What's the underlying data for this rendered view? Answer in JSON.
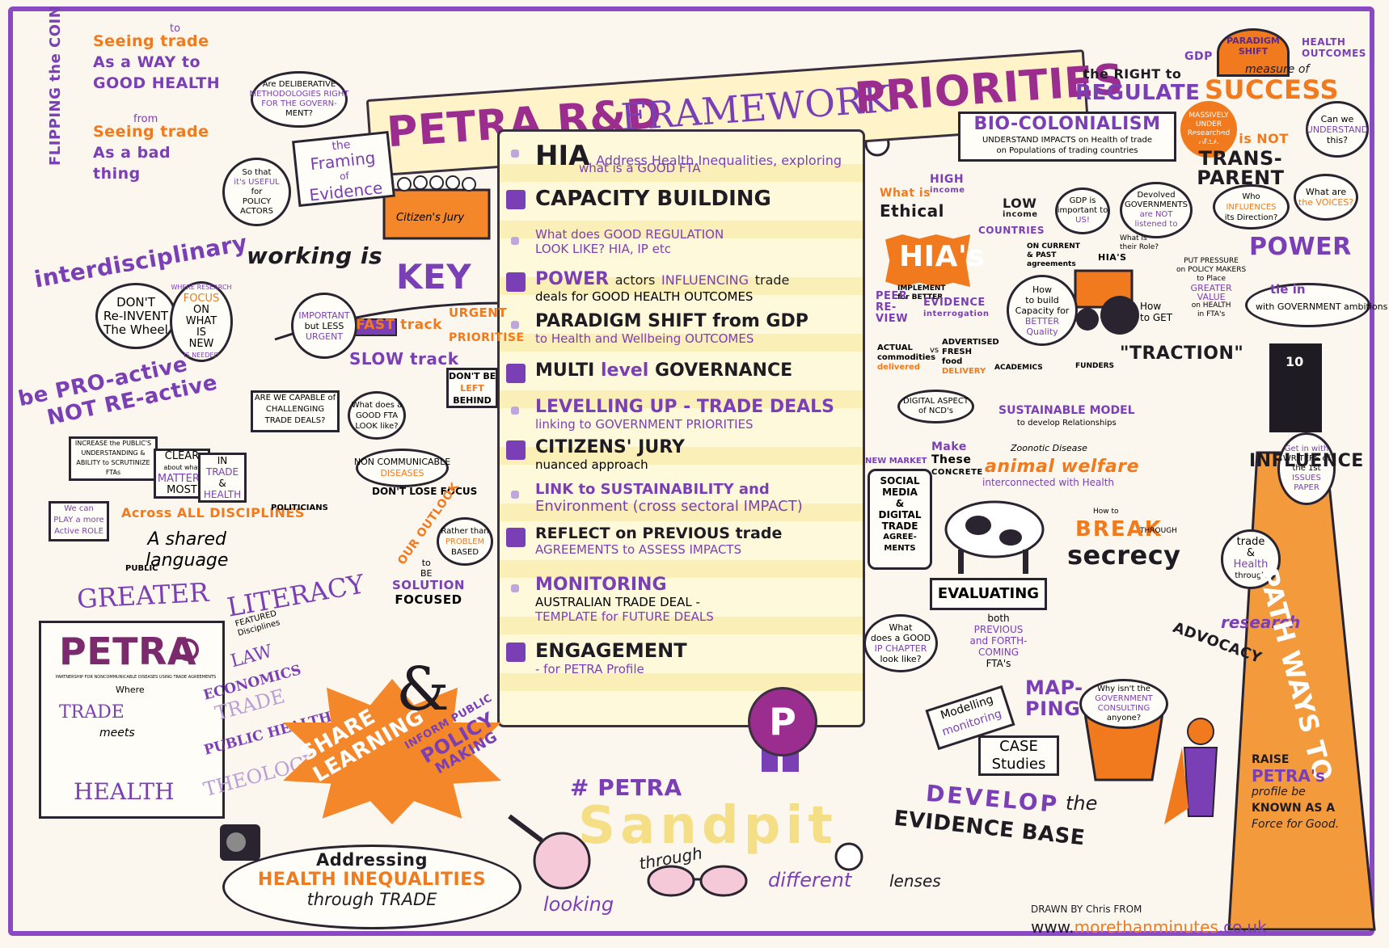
{
  "title": {
    "petra_rd": "PETRA R&D",
    "framework": "FRAMEWORK",
    "priorities": "PRIORITIES"
  },
  "priorities": [
    {
      "key": "hia",
      "main": "HIA",
      "sub1": "Address Health Inequalities, exploring",
      "sub2": "what is a GOOD FTA"
    },
    {
      "key": "capacity",
      "main": "CAPACITY BUILDING"
    },
    {
      "key": "regulation",
      "line1": "What does GOOD REGULATION",
      "line2": "LOOK LIKE? HIA, IP etc"
    },
    {
      "key": "power",
      "line1_a": "POWER",
      "line1_b": "actors",
      "line1_c": "INFLUENCING",
      "line1_d": "trade",
      "line2": "deals for GOOD HEALTH OUTCOMES"
    },
    {
      "key": "paradigm",
      "line1": "PARADIGM SHIFT from GDP",
      "line2": "to Health and Wellbeing OUTCOMES"
    },
    {
      "key": "multilevel",
      "a": "MULTI",
      "b": "level",
      "c": "GOVERNANCE"
    },
    {
      "key": "levelling",
      "line1": "LEVELLING UP - TRADE DEALS",
      "line2": "linking to GOVERNMENT PRIORITIES"
    },
    {
      "key": "citizens",
      "line1": "CITIZENS' JURY",
      "line2": "nuanced approach"
    },
    {
      "key": "sustainability",
      "line1": "LINK to SUSTAINABILITY and",
      "line2": "Environment (cross sectoral IMPACT)"
    },
    {
      "key": "reflect",
      "line1": "REFLECT on PREVIOUS trade",
      "line2": "AGREEMENTS to ASSESS IMPACTS"
    },
    {
      "key": "monitoring",
      "line1": "MONITORING",
      "line2": "AUSTRALIAN TRADE DEAL -",
      "line3": "TEMPLATE for FUTURE DEALS"
    },
    {
      "key": "engagement",
      "line1": "ENGAGEMENT",
      "line2": "- for PETRA Profile"
    }
  ],
  "seal_letter": "P",
  "left": {
    "flipping": "FLIPPING the COIN",
    "seeing_good": [
      "Seeing trade",
      "As a WAY to",
      "GOOD HEALTH"
    ],
    "to": "to",
    "from": "from",
    "seeing_bad": [
      "Seeing trade",
      "As a bad",
      "thing"
    ],
    "deliberative": [
      "Are DELIBERATIVE",
      "METHODOLOGIES RIGHT",
      "FOR THE GOVERN-",
      "MENT?"
    ],
    "framing": [
      "the",
      "Framing",
      "of",
      "Evidence"
    ],
    "useful": [
      "So that",
      "it's USEFUL",
      "for",
      "POLICY",
      "ACTORS"
    ],
    "citizens_jury": "Citizen's Jury",
    "interdisciplinary": "interdisciplinary",
    "working_is": "working is",
    "key": "KEY",
    "dont_reinvent": [
      "DON'T",
      "Re-INVENT",
      "The Wheel"
    ],
    "focus_new": [
      "WHERE RESEARCH",
      "FOCUS",
      "ON",
      "WHAT",
      "IS",
      "NEW",
      "IS NEEDED"
    ],
    "important": [
      "IMPORTANT",
      "but LESS",
      "URGENT"
    ],
    "fast_track": "FAST track",
    "urgent": "URGENT",
    "slow_track": "SLOW track",
    "prioritise": "PRIORITISE",
    "dont_left": [
      "DON'T BE",
      "LEFT",
      "BEHIND"
    ],
    "proactive": [
      "be PRO-active",
      "NOT RE-active"
    ],
    "are_we_capable": [
      "ARE WE CAPABLE of",
      "CHALLENGING",
      "TRADE DEALS?"
    ],
    "good_fta": [
      "What does a",
      "GOOD FTA",
      "LOOK like?"
    ],
    "public_understanding": [
      "INCREASE the PUBLIC'S",
      "UNDERSTANDING &",
      "ABILITY to SCRUTINIZE",
      "FTAs"
    ],
    "clear": [
      "CLEAR",
      "about what",
      "MATTERS",
      "MOST"
    ],
    "in_trade": [
      "IN",
      "TRADE",
      "&",
      "HEALTH"
    ],
    "non_communicable": [
      "NON COMMUNICABLE",
      "DISEASES"
    ],
    "dont_lose": "DON'T LOSE FOCUS",
    "we_can_play": [
      "We can",
      "PLAY a more",
      "Active ROLE"
    ],
    "across": "Across ALL DISCIPLINES",
    "shared": [
      "A shared",
      "language"
    ],
    "politicians": "POLITICIANS",
    "public": "PUBLIC",
    "our_outlook": "OUR OUTLOOK",
    "rather": [
      "Rather than",
      "PROBLEM",
      "BASED"
    ],
    "to_be": [
      "to",
      "BE"
    ],
    "solution": [
      "SOLUTION",
      "FOCUSED"
    ],
    "greater": "GREATER",
    "literacy": "LITERACY",
    "petra_logo": "PETRA",
    "petra_tag": "PARTNERSHIP FOR NONCOMMUNICABLE DISEASES USING TRADE AGREEMENTS",
    "where": "Where",
    "trade": "TRADE",
    "meets": "meets",
    "health": "HEALTH",
    "featured": [
      "FEATURED",
      "Disciplines"
    ],
    "law": "LAW",
    "economics": "ECONOMICS",
    "trade_disc": "TRADE",
    "public_health": "PUBLIC HEALTH",
    "theology": "THEOLOGY",
    "share_learning": [
      "SHARE",
      "LEARNING"
    ],
    "amp": "&",
    "inform": [
      "INFORM PUBLIC",
      "POLICY",
      "MAKING"
    ],
    "addressing": [
      "Addressing",
      "HEALTH INEQUALITIES",
      "through TRADE"
    ]
  },
  "bottom": {
    "hashtag": "# PETRA",
    "sandpit": "Sandpit",
    "looking": "looking",
    "through": "through",
    "different": "different",
    "lenses": "lenses",
    "drawn_by": "DRAWN BY Chris FROM",
    "url_a": "www.",
    "url_b": "morethanminutes",
    "url_c": ".co.uk"
  },
  "right": {
    "right_to": "the RIGHT to",
    "regulate": "REGULATE",
    "gdp": "GDP",
    "paradigm": [
      "PARADIGM",
      "SHIFT"
    ],
    "health_outcomes": [
      "HEALTH",
      "OUTCOMES"
    ],
    "measure": "measure of",
    "success": "SUCCESS",
    "bio": "BIO-COLONIALISM",
    "bio_sub": [
      "UNDERSTAND IMPACTS on Health of trade",
      "on Populations of trading countries"
    ],
    "massively": [
      "MASSIVELY",
      "UNDER",
      "Researched",
      "AREA"
    ],
    "not_transparent": [
      "trade is NOT",
      "TRANS-",
      "PARENT"
    ],
    "can_we": [
      "Can we",
      "UNDERSTAND",
      "this?"
    ],
    "who_influences": [
      "Who",
      "INFLUENCES",
      "its Direction?"
    ],
    "voices": [
      "What are",
      "the VOICES?"
    ],
    "power": "POWER",
    "what_ethical": [
      "What is",
      "Ethical"
    ],
    "high_income": [
      "HIGH",
      "income"
    ],
    "low_income": [
      "LOW",
      "income"
    ],
    "countries": "COUNTRIES",
    "gdp_important": [
      "GDP is",
      "important to",
      "US!"
    ],
    "devolved": [
      "Devolved",
      "GOVERNMENTS",
      "are NOT",
      "listened to"
    ],
    "roles": [
      "What is",
      "their Role?"
    ],
    "hias": "HIA's",
    "implement": [
      "IMPLEMENT",
      "for BETTER"
    ],
    "peer_review": [
      "PEER",
      "RE-",
      "VIEW"
    ],
    "evidence": [
      "EVIDENCE",
      "interrogation"
    ],
    "on_current": [
      "ON CURRENT",
      "& PAST",
      "agreements"
    ],
    "hias_tractor": "HIA'S",
    "build_capacity": [
      "How",
      "to build",
      "Capacity for",
      "BETTER",
      "Quality"
    ],
    "how_to_get": [
      "How",
      "to GET"
    ],
    "traction": "\"TRACTION\"",
    "pressure": [
      "PUT PRESSURE",
      "on POLICY MAKERS",
      "to Place",
      "GREATER",
      "VALUE",
      "on HEALTH",
      "in FTA's"
    ],
    "tie_in": "tie in",
    "with_gov": "with GOVERNMENT ambitions",
    "door_number": "10",
    "actual": [
      "ACTUAL",
      "commodities",
      "delivered"
    ],
    "vs": "vs",
    "advertised": [
      "ADVERTISED",
      "FRESH",
      "food",
      "DELIVERY"
    ],
    "digital_ncd": [
      "DIGITAL ASPECT",
      "of NCD's"
    ],
    "academics": "ACADEMICS",
    "funders": "FUNDERS",
    "sustainable": [
      "SUSTAINABLE MODEL",
      "to develop Relationships"
    ],
    "new_market": "NEW MARKET",
    "social_media": [
      "SOCIAL",
      "MEDIA",
      "&",
      "DIGITAL",
      "TRADE",
      "AGREE-",
      "MENTS"
    ],
    "make_concrete": [
      "Make",
      "These",
      "CONCRETE"
    ],
    "zoonotic": "Zoonotic Disease",
    "animal_welfare": "animal welfare",
    "interconnected": "interconnected with Health",
    "get_in": [
      "Get in with",
      "WRITERS of",
      "the 1st",
      "ISSUES",
      "PAPER"
    ],
    "influence": "INFLUENCE",
    "how_to": "How to",
    "break": "BREAK",
    "through": "THROUGH",
    "secrecy": "secrecy",
    "trade_health": [
      "trade",
      "&",
      "Health",
      "through"
    ],
    "research": "research",
    "advocacy": "ADVOCACY",
    "pathways": [
      "PATH",
      "WAYS",
      "TO"
    ],
    "evaluating": "EVALUATING",
    "both": [
      "both",
      "PREVIOUS",
      "and FORTH-",
      "COMING",
      "FTA's"
    ],
    "ip_chapter": [
      "What",
      "does a GOOD",
      "IP CHAPTER",
      "look like?"
    ],
    "modelling": [
      "Modelling",
      "monitoring"
    ],
    "mapping": [
      "MAP-",
      "PING"
    ],
    "case_studies": [
      "CASE",
      "Studies"
    ],
    "why_not": [
      "Why isn't the",
      "GOVERNMENT",
      "CONSULTING",
      "anyone?"
    ],
    "develop": "DEVELOP",
    "the": "the",
    "evidence_base": "EVIDENCE BASE",
    "raise": [
      "RAISE",
      "PETRA's",
      "profile be",
      "KNOWN AS A",
      "Force for Good."
    ]
  }
}
